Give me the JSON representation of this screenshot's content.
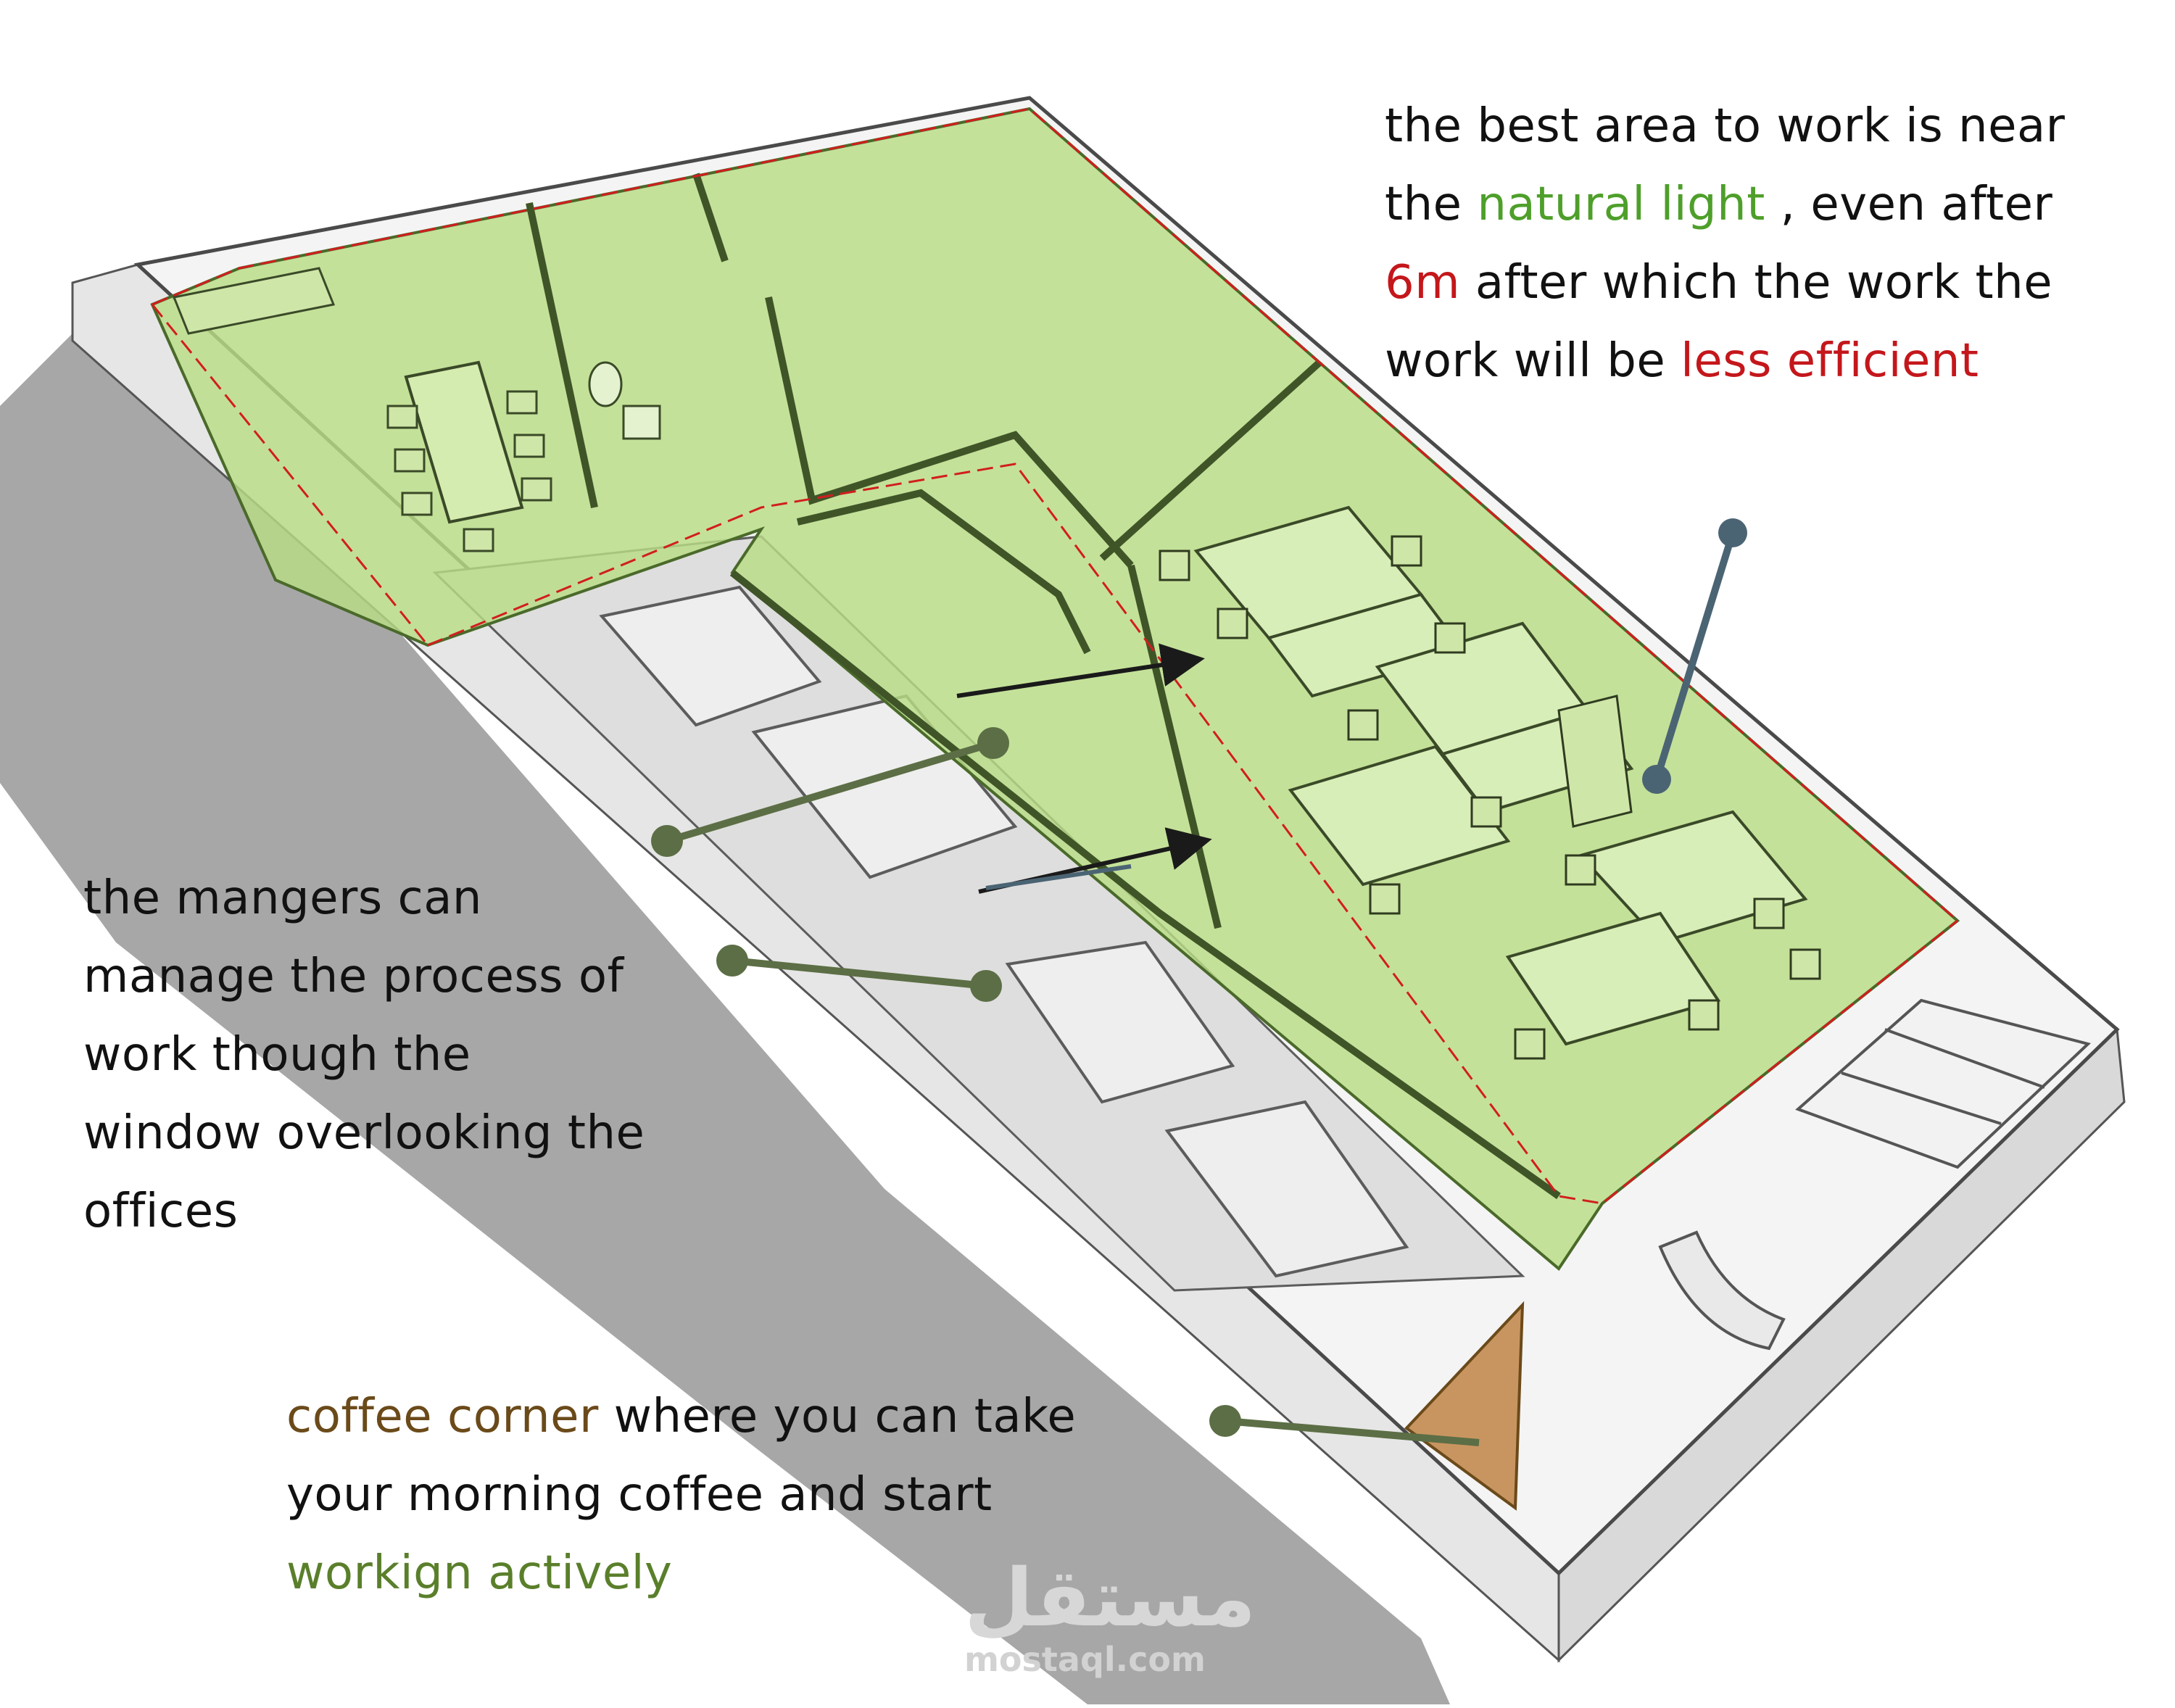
{
  "colors": {
    "natural_light_zone": "#b9dd85",
    "green_highlight": "#4e9f2a",
    "red_highlight": "#c4171b",
    "coffee_highlight": "#6b4a1a",
    "actively_highlight": "#5a7f2b",
    "marker_green": "#5c6e45",
    "marker_slate": "#4b6474",
    "coffee_floor": "#c89560",
    "wall": "#e9e9e9",
    "shadow": "#9a9a9a"
  },
  "annotations": {
    "light": {
      "l1_a": "the best area to work is near",
      "l2_a": "the ",
      "l2_b": "natural light",
      "l2_c": " , even after",
      "l3_a": "6m",
      "l3_b": " after which the work the",
      "l4_a": "work will be ",
      "l4_b": "less efficient"
    },
    "managers": {
      "l1": "the mangers can",
      "l2": "manage the process of",
      "l3": "work though the",
      "l4": "window overlooking the",
      "l5": "offices"
    },
    "coffee": {
      "l1_a": "coffee corner",
      "l1_b": " where you can take",
      "l2": "your morning coffee and start",
      "l3": "workign actively"
    }
  },
  "watermark": {
    "arabic": "مستقل",
    "latin": "mostaql.com"
  }
}
